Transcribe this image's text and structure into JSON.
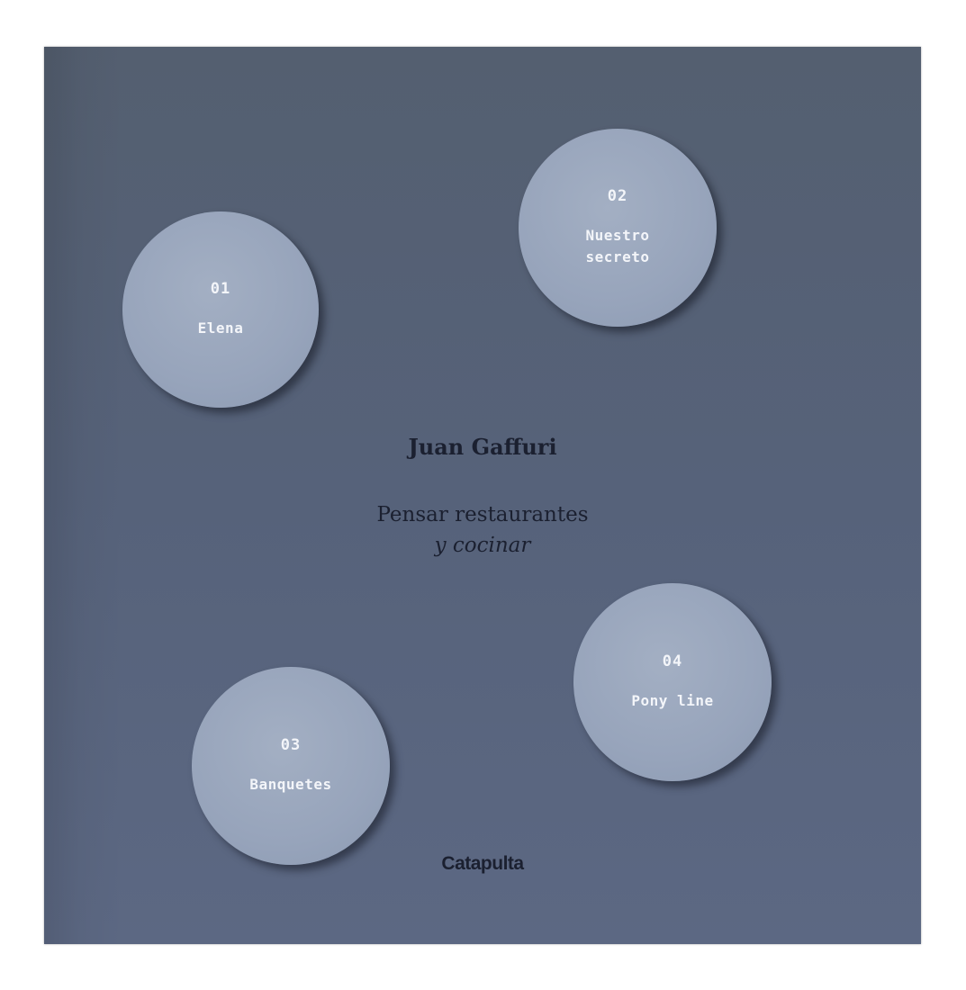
{
  "cover": {
    "circles": [
      {
        "number": "01",
        "label": "Elena"
      },
      {
        "number": "02",
        "label": "Nuestro\nsecreto"
      },
      {
        "number": "03",
        "label": "Banquetes"
      },
      {
        "number": "04",
        "label": "Pony line"
      }
    ],
    "author": "Juan Gaffuri",
    "title_line1": "Pensar restaurantes",
    "title_line2": "y cocinar",
    "publisher": "Catapulta"
  }
}
